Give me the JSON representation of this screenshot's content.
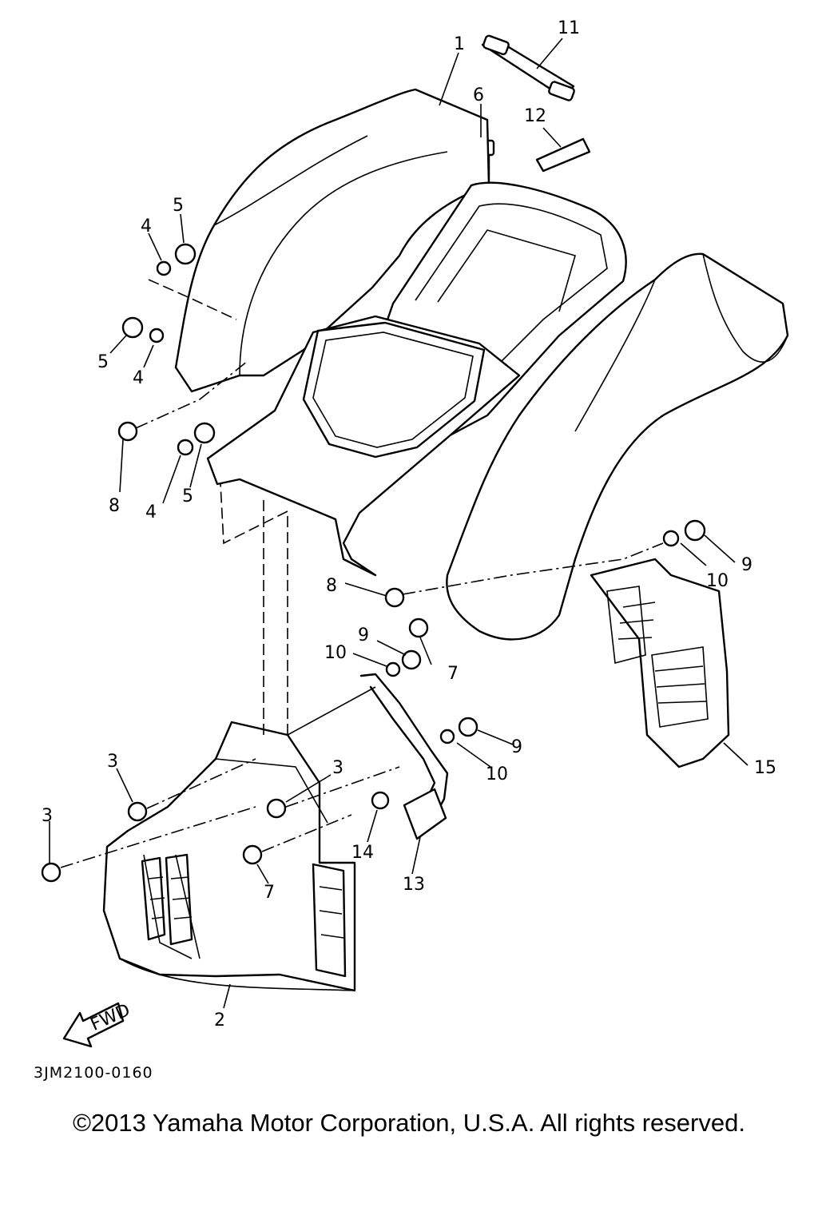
{
  "diagram": {
    "drawing_code": "3JM2100-0160",
    "copyright": "©2013 Yamaha Motor Corporation, U.S.A. All rights reserved.",
    "direction_label": "FWD",
    "callouts": [
      "1",
      "2",
      "3",
      "4",
      "5",
      "6",
      "7",
      "8",
      "9",
      "10",
      "11",
      "12",
      "13",
      "14",
      "15"
    ]
  }
}
